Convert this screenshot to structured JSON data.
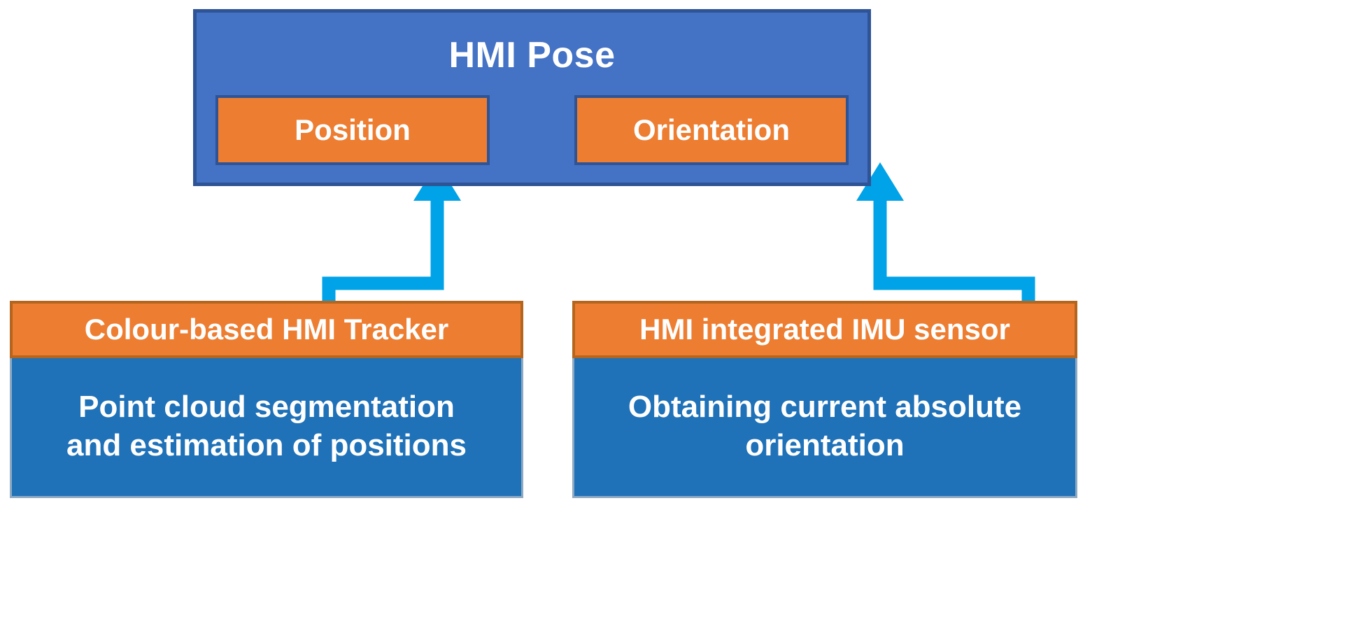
{
  "diagram": {
    "title": "HMI Pose",
    "colors": {
      "container_fill": "#4472C4",
      "container_border": "#2E5496",
      "accent_orange": "#ED7D31",
      "orange_border": "#B5651D",
      "leaf_body_blue": "#1F71B8",
      "connector_blue": "#00A2E8",
      "text_white": "#FFFFFF",
      "background": "#FFFFFF"
    },
    "pose": {
      "title": "HMI Pose",
      "components": [
        {
          "label": "Position"
        },
        {
          "label": "Orientation"
        }
      ]
    },
    "sources": [
      {
        "header": "Colour-based HMI Tracker",
        "body_line1": "Point cloud segmentation",
        "body_line2": "and estimation of positions",
        "feeds": "Position"
      },
      {
        "header": "HMI integrated IMU sensor",
        "body_line1": "Obtaining current absolute",
        "body_line2": "orientation",
        "feeds": "Orientation"
      }
    ],
    "connectors": [
      {
        "from": "Colour-based HMI Tracker",
        "to": "Position",
        "style": "elbow-arrow-up"
      },
      {
        "from": "HMI integrated IMU sensor",
        "to": "Orientation",
        "style": "elbow-arrow-up"
      }
    ]
  }
}
